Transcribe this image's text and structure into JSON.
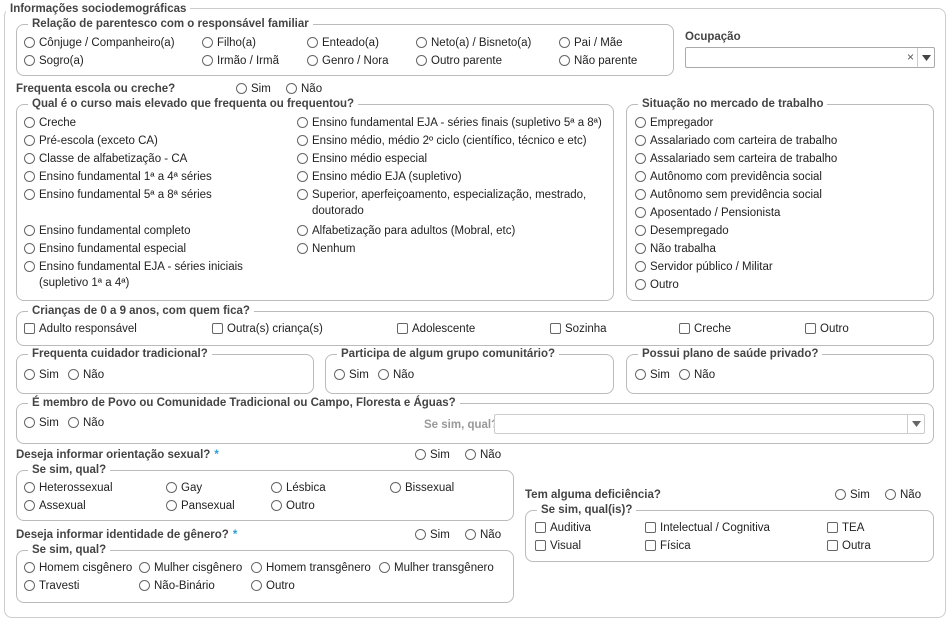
{
  "section_title": "Informações sociodemográficas",
  "parentesco": {
    "legend": "Relação de parentesco com o responsável familiar",
    "options": [
      "Cônjuge / Companheiro(a)",
      "Filho(a)",
      "Enteado(a)",
      "Neto(a) / Bisneto(a)",
      "Pai / Mãe",
      "Sogro(a)",
      "Irmão / Irmã",
      "Genro / Nora",
      "Outro parente",
      "Não parente"
    ]
  },
  "ocupacao": {
    "label": "Ocupação",
    "value": "",
    "clear_icon": "×"
  },
  "escola": {
    "label": "Frequenta escola ou creche?",
    "options": [
      "Sim",
      "Não"
    ]
  },
  "curso": {
    "legend": "Qual é o curso mais elevado que frequenta ou frequentou?",
    "col1": [
      "Creche",
      "Pré-escola (exceto CA)",
      "Classe de alfabetização - CA",
      "Ensino fundamental 1ª a 4ª séries",
      "Ensino fundamental 5ª a 8ª séries",
      "Ensino fundamental completo",
      "Ensino fundamental especial",
      "Ensino fundamental EJA - séries iniciais"
    ],
    "col1_last_line2": "(supletivo 1ª a 4ª)",
    "col2": [
      "Ensino fundamental EJA - séries finais (supletivo 5ª a 8ª)",
      "Ensino médio, médio 2º ciclo (científico, técnico e etc)",
      "Ensino médio especial",
      "Ensino médio EJA (supletivo)",
      "Superior, aperfeiçoamento, especialização, mestrado,",
      "Alfabetização para adultos (Mobral, etc)",
      "Nenhum"
    ],
    "col2_superior_line2": "doutorado"
  },
  "mercado": {
    "legend": "Situação no mercado de trabalho",
    "options": [
      "Empregador",
      "Assalariado com carteira de trabalho",
      "Assalariado sem carteira de trabalho",
      "Autônomo com previdência social",
      "Autônomo sem previdência social",
      "Aposentado / Pensionista",
      "Desempregado",
      "Não trabalha",
      "Servidor público / Militar",
      "Outro"
    ]
  },
  "criancas": {
    "legend": "Crianças de 0 a 9 anos, com quem fica?",
    "options": [
      "Adulto responsável",
      "Outra(s) criança(s)",
      "Adolescente",
      "Sozinha",
      "Creche",
      "Outro"
    ]
  },
  "cuidador": {
    "legend": "Frequenta cuidador tradicional?",
    "options": [
      "Sim",
      "Não"
    ]
  },
  "comunitario": {
    "legend": "Participa de algum grupo comunitário?",
    "options": [
      "Sim",
      "Não"
    ]
  },
  "saude": {
    "legend": "Possui plano de saúde privado?",
    "options": [
      "Sim",
      "Não"
    ]
  },
  "povo": {
    "legend": "É membro de Povo ou Comunidade Tradicional ou Campo, Floresta e Águas?",
    "options": [
      "Sim",
      "Não"
    ],
    "qual_label": "Se sim, qual?",
    "qual_value": ""
  },
  "orientacao": {
    "label": "Deseja informar orientação sexual?",
    "required_mark": "*",
    "options": [
      "Sim",
      "Não"
    ],
    "sub_legend": "Se sim, qual?",
    "sub_options": [
      "Heterossexual",
      "Gay",
      "Lésbica",
      "Bissexual",
      "Assexual",
      "Pansexual",
      "Outro"
    ]
  },
  "identidade": {
    "label": "Deseja informar identidade de gênero?",
    "required_mark": "*",
    "options": [
      "Sim",
      "Não"
    ],
    "sub_legend": "Se sim, qual?",
    "sub_options": [
      "Homem cisgênero",
      "Mulher cisgênero",
      "Homem transgênero",
      "Mulher transgênero",
      "Travesti",
      "Não-Binário",
      "Outro"
    ]
  },
  "deficiencia": {
    "label": "Tem alguma deficiência?",
    "options": [
      "Sim",
      "Não"
    ],
    "sub_legend": "Se sim, qual(is)?",
    "sub_options": [
      "Auditiva",
      "Intelectual / Cognitiva",
      "TEA",
      "Visual",
      "Física",
      "Outra"
    ]
  }
}
